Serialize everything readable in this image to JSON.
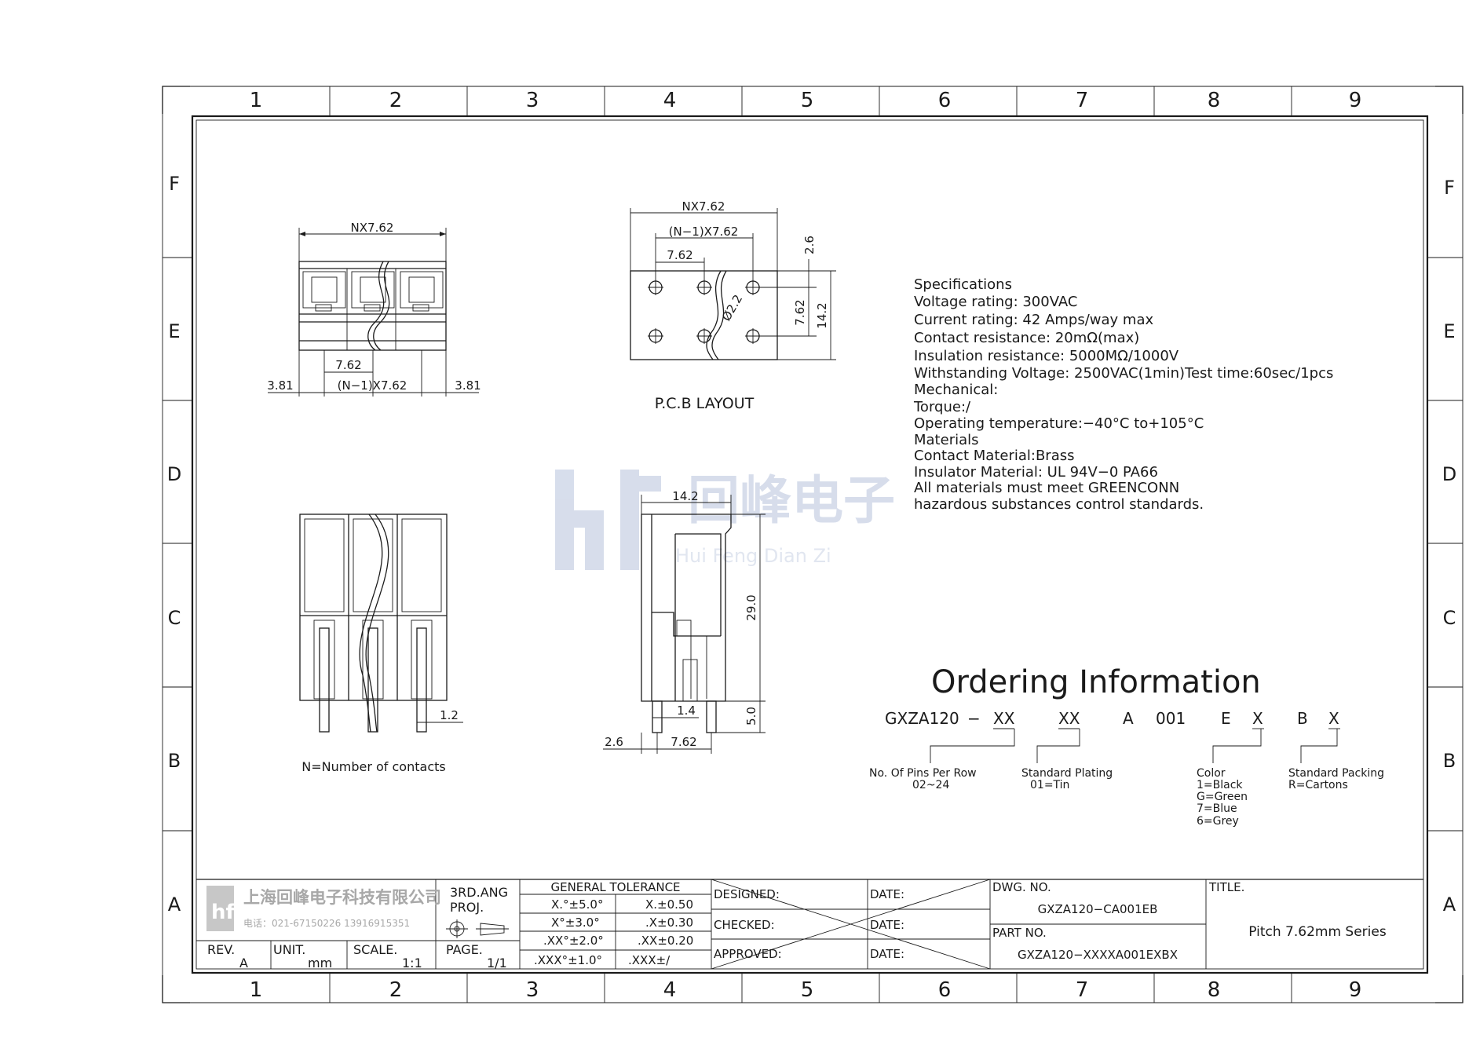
{
  "frame": {
    "columns": [
      "1",
      "2",
      "3",
      "4",
      "5",
      "6",
      "7",
      "8",
      "9"
    ],
    "rows": [
      "F",
      "E",
      "D",
      "C",
      "B",
      "A"
    ]
  },
  "drawing": {
    "front_view": {
      "top_dim": "NX7.62",
      "pitch_dim": "7.62",
      "span_dim": "(N−1)X7.62",
      "left_margin": "3.81",
      "right_margin": "3.81"
    },
    "pcb_layout": {
      "top_dim": "NX7.62",
      "span_dim": "(N−1)X7.62",
      "pitch_dim": "7.62",
      "hole_dia": "Ø2.2",
      "offset_dim": "2.6",
      "row_dim": "7.62",
      "height_dim": "14.2",
      "caption": "P.C.B LAYOUT"
    },
    "bottom_view": {
      "pin_dim": "1.2",
      "note": "N=Number of contacts"
    },
    "side_view": {
      "width_dim": "14.2",
      "height_dim": "29.0",
      "pin_len_dim": "5.0",
      "pin_w_dim": "1.4",
      "offset_dim": "2.6",
      "pitch_dim": "7.62"
    }
  },
  "specifications": [
    "Specifications",
    "Voltage rating: 300VAC",
    "Current rating: 42 Amps/way max",
    "Contact resistance: 20mΩ(max)",
    "Insulation resistance: 5000MΩ/1000V",
    "Withstanding Voltage: 2500VAC(1min)Test time:60sec/1pcs",
    "Mechanical:",
    "Torque:/",
    "Operating temperature:−40°C to+105°C",
    "Materials",
    "Contact Material:Brass",
    "Insulator Material: UL 94V−0 PA66",
    "All materials must meet GREENCONN",
    "hazardous substances control standards."
  ],
  "watermark": {
    "logo": "hf",
    "cn": "回峰电子",
    "en": "Hui Feng Dian Zi"
  },
  "ordering": {
    "title": "Ordering Information",
    "code": {
      "prefix": "GXZA120",
      "dash": "−",
      "pins": "XX",
      "plating": "XX",
      "a": "A",
      "n001": "001",
      "e": "E",
      "color": "X",
      "b": "B",
      "packing": "X"
    },
    "pins_label": "No. Of Pins Per Row",
    "pins_range": "02~24",
    "plating_label": "Standard Plating",
    "plating_opt": "01=Tin",
    "color_label": "Color",
    "color_opts": [
      "1=Black",
      "G=Green",
      "7=Blue",
      "6=Grey"
    ],
    "packing_label": "Standard Packing",
    "packing_opt": "R=Cartons"
  },
  "title_block": {
    "company_cn": "上海回峰电子科技有限公司",
    "company_tel": "电话：021-67150226  13916915351",
    "rev_label": "REV.",
    "rev": "A",
    "unit_label": "UNIT.",
    "unit": "mm",
    "scale_label": "SCALE.",
    "scale": "1:1",
    "proj_line1": "3RD.ANG",
    "proj_line2": "PROJ.",
    "page_label": "PAGE.",
    "page": "1/1",
    "tol_title": "GENERAL TOLERANCE",
    "tol_angle": [
      "X.°±5.0°",
      "X°±3.0°",
      ".XX°±2.0°",
      ".XXX°±1.0°"
    ],
    "tol_linear": [
      "X.±0.50",
      ".X±0.30",
      ".XX±0.20",
      ".XXX±/"
    ],
    "designed": "DESIGNED:",
    "checked": "CHECKED:",
    "approved": "APPROVED:",
    "date": "DATE:",
    "dwg_label": "DWG. NO.",
    "dwg_no": "GXZA120−CA001EB",
    "part_label": "PART NO.",
    "part_no": "GXZA120−XXXXA001EXBX",
    "title_label": "TITLE.",
    "title_value": "Pitch 7.62mm Series"
  }
}
